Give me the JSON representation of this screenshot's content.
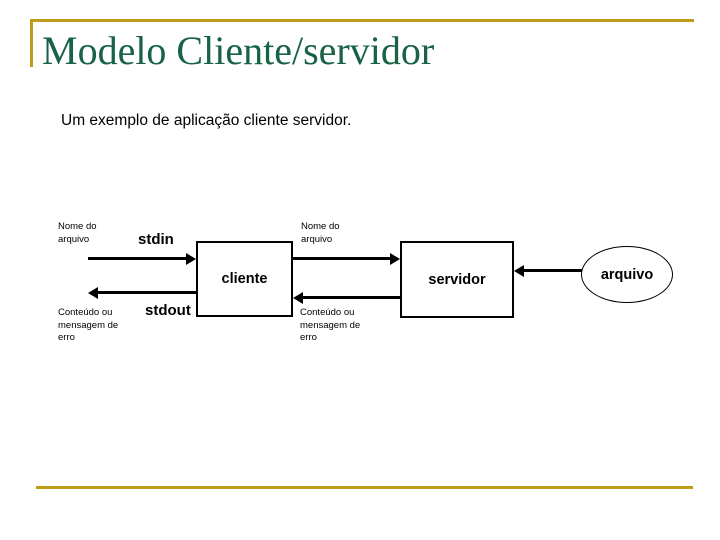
{
  "slide": {
    "title": "Modelo Cliente/servidor",
    "subtitle": "Um exemplo de aplicação cliente servidor.",
    "accent_color": "#bf9c17",
    "title_color": "#186245"
  },
  "diagram": {
    "nodes": [
      {
        "id": "cliente",
        "label": "cliente",
        "shape": "rectangle"
      },
      {
        "id": "servidor",
        "label": "servidor",
        "shape": "rectangle"
      },
      {
        "id": "arquivo",
        "label": "arquivo",
        "shape": "ellipse"
      }
    ],
    "stream_labels": {
      "stdin": "stdin",
      "stdout": "stdout"
    },
    "edge_labels": {
      "left_top": "Nome do\narquivo",
      "left_bottom": "Conteúdo ou\nmensagem de\nerro",
      "mid_top": "Nome do\narquivo",
      "mid_bottom": "Conteúdo ou\nmensagem de\nerro"
    }
  }
}
